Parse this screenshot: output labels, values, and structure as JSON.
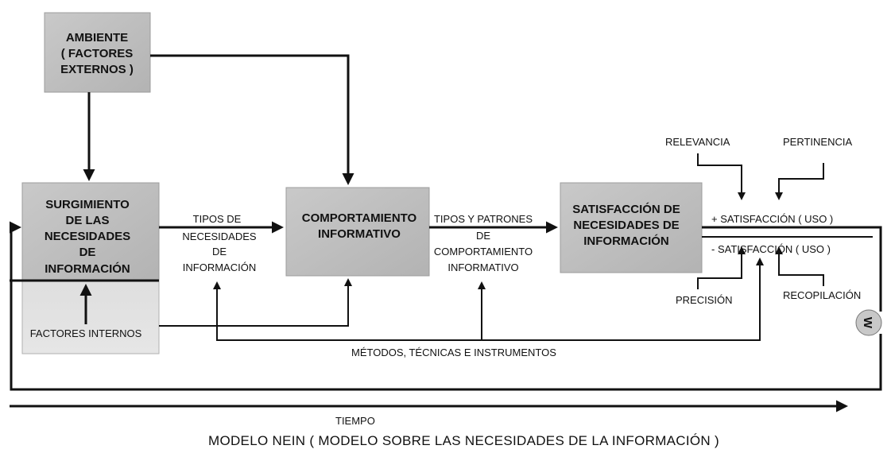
{
  "boxes": {
    "ambiente": [
      "AMBIENTE",
      "( FACTORES",
      "EXTERNOS )"
    ],
    "surgimiento": [
      "SURGIMIENTO",
      "DE LAS",
      "NECESIDADES",
      "DE",
      "INFORMACIÓN"
    ],
    "factores_internos": "FACTORES INTERNOS",
    "comportamiento": [
      "COMPORTAMIENTO",
      "INFORMATIVO"
    ],
    "satisfaccion": [
      "SATISFACCIÓN DE",
      "NECESIDADES DE",
      "INFORMACIÓN"
    ]
  },
  "labels": {
    "tipos_necesidades": [
      "TIPOS DE",
      "NECESIDADES",
      "DE",
      "INFORMACIÓN"
    ],
    "tipos_patrones": [
      "TIPOS Y PATRONES",
      "DE",
      "COMPORTAMIENTO",
      "INFORMATIVO"
    ],
    "relevancia": "RELEVANCIA",
    "pertinencia": "PERTINENCIA",
    "mas_satisfaccion": "+ SATISFACCIÓN ( USO )",
    "menos_satisfaccion": "- SATISFACCIÓN ( USO )",
    "precision": "PRECISIÓN",
    "recopilacion": "RECOPILACIÓN",
    "metodos": "MÉTODOS, TÉCNICAS E INSTRUMENTOS",
    "tiempo": "TIEMPO",
    "circle_symbol": "W"
  },
  "caption": "MODELO NEIN ( MODELO SOBRE LAS NECESIDADES DE LA INFORMACIÓN )"
}
